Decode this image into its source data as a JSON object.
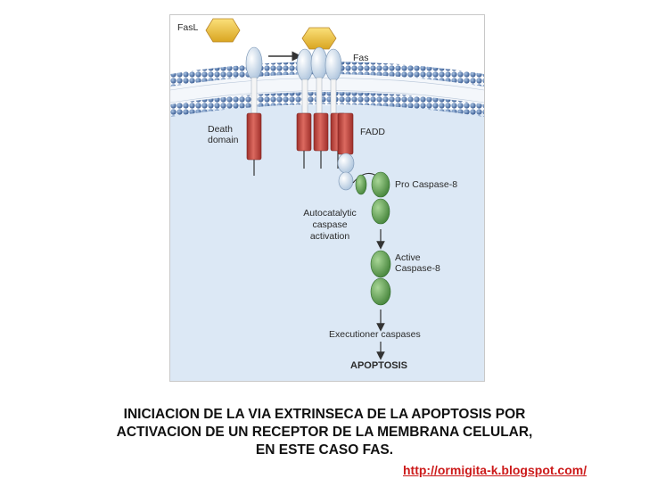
{
  "diagram": {
    "labels": {
      "fasl": "FasL",
      "fas": "Fas",
      "death_domain_1": "Death",
      "death_domain_2": "domain",
      "fadd": "FADD",
      "pro_caspase": "Pro Caspase-8",
      "autocatalytic_1": "Autocatalytic",
      "autocatalytic_2": "caspase",
      "autocatalytic_3": "activation",
      "active_1": "Active",
      "active_2": "Caspase-8",
      "executioner": "Executioner caspases",
      "apoptosis": "APOPTOSIS"
    },
    "colors": {
      "membrane_head": "#4a6fa6",
      "cytoplasm": "#dce8f5",
      "ligand": "#f2c53d",
      "receptor_ext": "#cfe0f0",
      "death_domain": "#c94a42",
      "caspase": "#5fa04e"
    }
  },
  "caption": {
    "line1": "INICIACION DE LA VIA EXTRINSECA DE LA APOPTOSIS POR",
    "line2": "ACTIVACION DE UN RECEPTOR DE LA MEMBRANA CELULAR,",
    "line3": "EN ESTE CASO FAS."
  },
  "link": "http://ormigita-k.blogspot.com/"
}
